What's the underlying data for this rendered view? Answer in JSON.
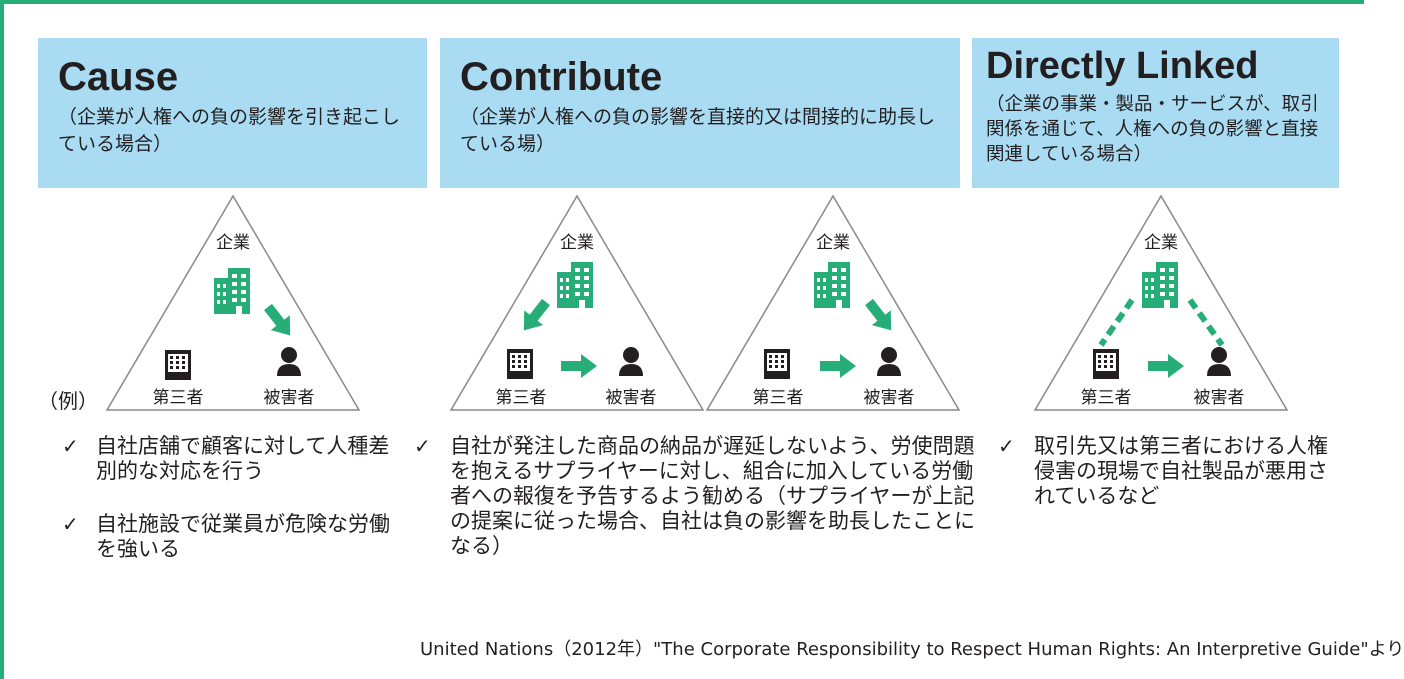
{
  "colors": {
    "accent": "#27ae78",
    "header_bg": "#a9dcf3",
    "icon_dark": "#231f20",
    "triangle_stroke": "#898989"
  },
  "cause": {
    "title": "Cause",
    "description": "（企業が人権への負の影響を引き起こしている場合）"
  },
  "contribute": {
    "title": "Contribute",
    "description": "（企業が人権への負の影響を直接的又は間接的に助長している場）"
  },
  "directly_linked": {
    "title": "Directly Linked",
    "description": "（企業の事業・製品・サービスが、取引関係を通じて、人権への負の影響と直接関連している場合）"
  },
  "node_labels": {
    "company": "企業",
    "third_party": "第三者",
    "victim": "被害者"
  },
  "example_label": "（例）",
  "examples": {
    "cause": [
      "自社店舗で顧客に対して人種差別的な対応を行う",
      "自社施設で従業員が危険な労働を強いる"
    ],
    "contribute": [
      "自社が発注した商品の納品が遅延しないよう、労使問題を抱えるサプライヤーに対し、組合に加入している労働者への報復を予告するよう勧める（サプライヤーが上記の提案に従った場合、自社は負の影響を助長したことになる）"
    ],
    "directly_linked": [
      "取引先又は第三者における人権侵害の現場で自社製品が悪用されているなど"
    ]
  },
  "check_mark": "✓",
  "icons": {
    "company": "building-icon",
    "third_party": "factory-icon",
    "victim": "person-icon"
  },
  "source": "United Nations（2012年）\"The Corporate Responsibility to Respect Human Rights: An Interpretive Guide\"より"
}
